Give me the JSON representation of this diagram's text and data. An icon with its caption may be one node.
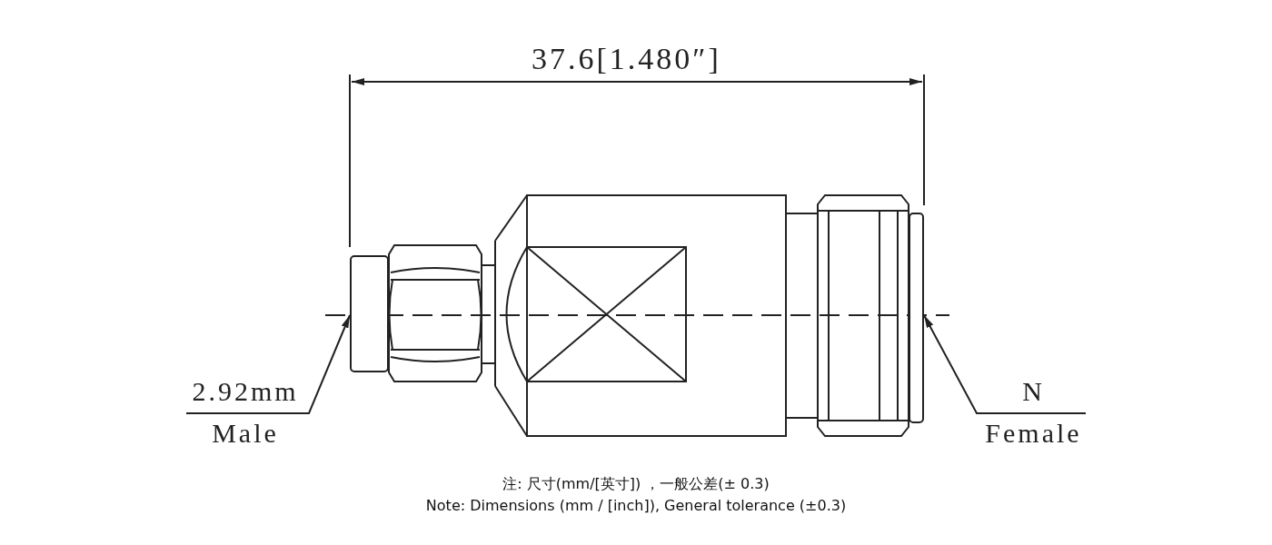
{
  "diagram": {
    "nodes": [
      {
        "text": [
          "2.92mm",
          "Male"
        ]
      },
      {
        "text": [],
        "shape": "box"
      },
      {
        "text": [
          "N",
          "Female"
        ]
      },
      {
        "text": [],
        "shape": "box"
      }
    ],
    "edges": [
      {
        "from": 0,
        "to": 1,
        "arrow": "to"
      },
      {
        "from": 2,
        "to": 3,
        "arrow": "to"
      }
    ],
    "labels": [
      "37.6[1.480″]",
      "注: 尺寸(mm/[英寸]) ，一般公差(± 0.3)",
      "Note: Dimensions (mm / [inch]), General tolerance (±0.3)"
    ]
  }
}
